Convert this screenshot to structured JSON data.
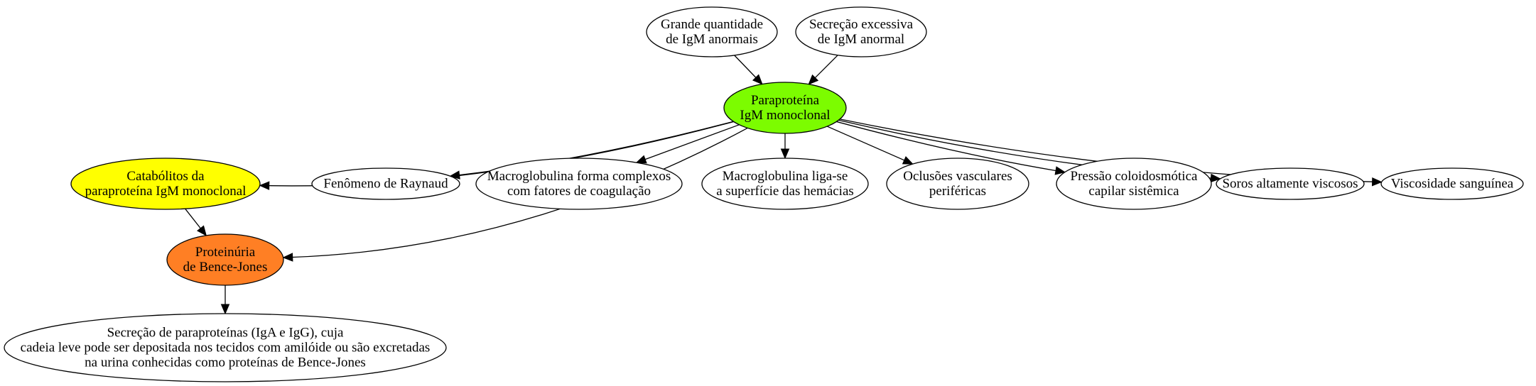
{
  "diagram": {
    "nodes": [
      {
        "id": "grande",
        "lines": [
          "Grande quantidade",
          "de IgM anormais"
        ],
        "fill": "#ffffff"
      },
      {
        "id": "secrecao",
        "lines": [
          "Secreção excessiva",
          "de IgM anormal"
        ],
        "fill": "#ffffff"
      },
      {
        "id": "paraproteina",
        "lines": [
          "Paraproteína",
          "IgM monoclonal"
        ],
        "fill": "#7cfc00"
      },
      {
        "id": "catabolitos",
        "lines": [
          "Catabólitos da",
          "paraproteína IgM monoclonal"
        ],
        "fill": "#ffff00"
      },
      {
        "id": "raynaud",
        "lines": [
          "Fenômeno de Raynaud"
        ],
        "fill": "#ffffff"
      },
      {
        "id": "complexos",
        "lines": [
          "Macroglobulina forma complexos",
          "com fatores de coagulação"
        ],
        "fill": "#ffffff"
      },
      {
        "id": "hemacias",
        "lines": [
          "Macroglobulina liga-se",
          "a superfície das hemácias"
        ],
        "fill": "#ffffff"
      },
      {
        "id": "oclusoes",
        "lines": [
          "Oclusões vasculares",
          "periféricas"
        ],
        "fill": "#ffffff"
      },
      {
        "id": "pressao",
        "lines": [
          "Pressão coloidosmótica",
          "capilar sistêmica"
        ],
        "fill": "#ffffff"
      },
      {
        "id": "soros",
        "lines": [
          "Soros altamente viscosos"
        ],
        "fill": "#ffffff"
      },
      {
        "id": "viscosidade",
        "lines": [
          "Viscosidade sanguínea"
        ],
        "fill": "#ffffff"
      },
      {
        "id": "bence",
        "lines": [
          "Proteinúria",
          "de Bence-Jones"
        ],
        "fill": "#ff7f24"
      },
      {
        "id": "secrecaoParap",
        "lines": [
          "Secreção de paraproteínas (IgA e IgG), cuja",
          "cadeia leve pode ser depositada nos tecidos com amilóide ou são excretadas",
          "na urina conhecidas como proteínas de Bence-Jones"
        ],
        "fill": "#ffffff"
      }
    ],
    "edges": [
      {
        "from": "grande",
        "to": "paraproteina"
      },
      {
        "from": "secrecao",
        "to": "paraproteina"
      },
      {
        "from": "paraproteina",
        "to": "catabolitos"
      },
      {
        "from": "paraproteina",
        "to": "bence"
      },
      {
        "from": "paraproteina",
        "to": "raynaud"
      },
      {
        "from": "paraproteina",
        "to": "complexos"
      },
      {
        "from": "paraproteina",
        "to": "hemacias"
      },
      {
        "from": "paraproteina",
        "to": "oclusoes"
      },
      {
        "from": "paraproteina",
        "to": "pressao"
      },
      {
        "from": "paraproteina",
        "to": "soros"
      },
      {
        "from": "paraproteina",
        "to": "viscosidade"
      },
      {
        "from": "catabolitos",
        "to": "bence"
      },
      {
        "from": "bence",
        "to": "secrecaoParap"
      }
    ]
  }
}
